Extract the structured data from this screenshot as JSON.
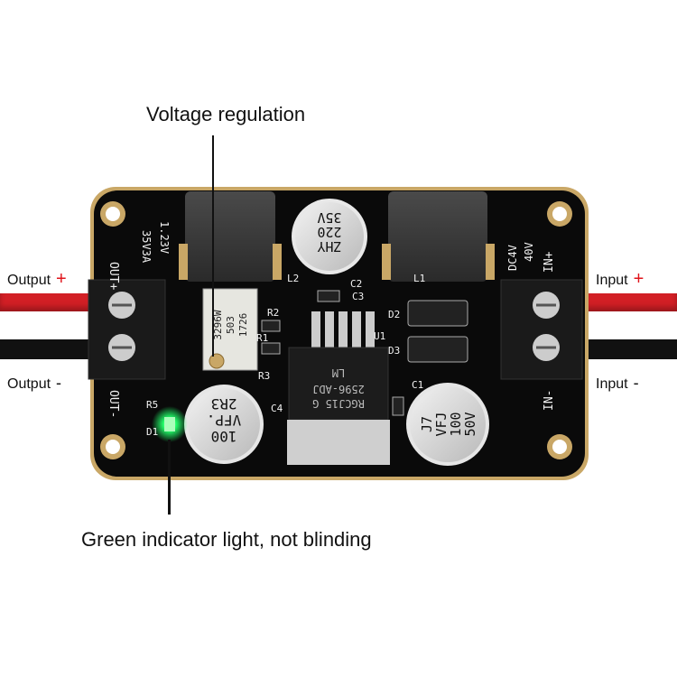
{
  "annotations": {
    "top_callout": "Voltage regulation",
    "bottom_callout": "Green indicator light, not blinding",
    "output_pos": "Output",
    "output_pos_sign": "+",
    "output_neg": "Output",
    "output_neg_sign": "-",
    "input_pos": "Input",
    "input_pos_sign": "+",
    "input_neg": "Input",
    "input_neg_sign": "-"
  },
  "board": {
    "out_pos": "OUT+",
    "out_neg": "OUT-",
    "in_pos": "IN+",
    "in_neg": "IN-",
    "out_rating_1": "1.23V",
    "out_rating_2": "35V3A",
    "in_rating_1": "DC4V",
    "in_rating_2": "40V",
    "trimmer_1": "3296W",
    "trimmer_2": "503",
    "trimmer_3": "1726",
    "ic_label_1": "LM",
    "ic_label_2": "2596-ADJ",
    "ic_label_3": "RGCJ15 G",
    "cap_top_1": "ZHY",
    "cap_top_2": "220",
    "cap_top_3": "35V",
    "cap_left_1": "100",
    "cap_left_2": "VFP.",
    "cap_left_3": "2R3",
    "cap_right_1": "J7",
    "cap_right_2": "VFJ",
    "cap_right_3": "100",
    "cap_right_4": "50V",
    "ref_l1": "L1",
    "ref_l2": "L2",
    "ref_c1": "C1",
    "ref_c2": "C2",
    "ref_c3": "C3",
    "ref_c4": "C4",
    "ref_r1": "R1",
    "ref_r2": "R2",
    "ref_r3": "R3",
    "ref_r5": "R5",
    "ref_d1": "D1",
    "ref_d2": "D2",
    "ref_d3": "D3",
    "ref_u1": "U1"
  },
  "colors": {
    "board": "#0a0a0a",
    "pad": "#c9a766",
    "wire_red": "#d21f25",
    "wire_black": "#111111",
    "terminal": "#1a1a1a",
    "indicator_green": "#22ff6a"
  }
}
